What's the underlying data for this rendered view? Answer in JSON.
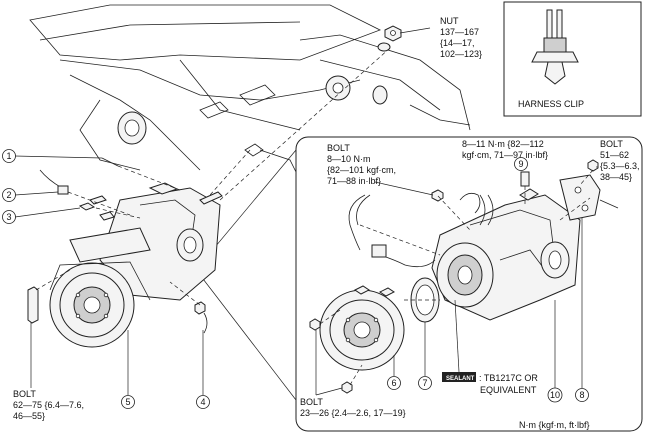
{
  "harness_clip": {
    "label": "HARNESS CLIP"
  },
  "nut": {
    "name": "NUT",
    "torque_line1": "137—167",
    "torque_line2": "{14—17,",
    "torque_line3": "102—123}"
  },
  "bolt_left": {
    "name": "BOLT",
    "torque_line1": "62—75 {6.4—7.6,",
    "torque_line2": "46—55}"
  },
  "bolt_inset_top": {
    "name": "BOLT",
    "torque_line1": "8—10 N·m",
    "torque_line2": "{82—101 kgf·cm,",
    "torque_line3": "71—88 in·lbf}"
  },
  "torque_center": {
    "line1": "8—11 N·m {82—112",
    "line2": "kgf·cm, 71—97 in·lbf}"
  },
  "bolt_right": {
    "name": "BOLT",
    "torque_line1": "51—62",
    "torque_line2": "{5.3—6.3,",
    "torque_line3": "38—45}"
  },
  "bolt_bottom": {
    "name": "BOLT",
    "torque_line1": "23—26 {2.4—2.6, 17—19}"
  },
  "sealant": {
    "badge": "SEALANT",
    "text_line1": ": TB1217C OR",
    "text_line2": "EQUIVALENT"
  },
  "units": "N·m {kgf·m, ft·lbf}",
  "callouts": {
    "c1": "1",
    "c2": "2",
    "c3": "3",
    "c4": "4",
    "c5": "5",
    "c6": "6",
    "c7": "7",
    "c8": "8",
    "c9": "9",
    "c10": "10"
  }
}
